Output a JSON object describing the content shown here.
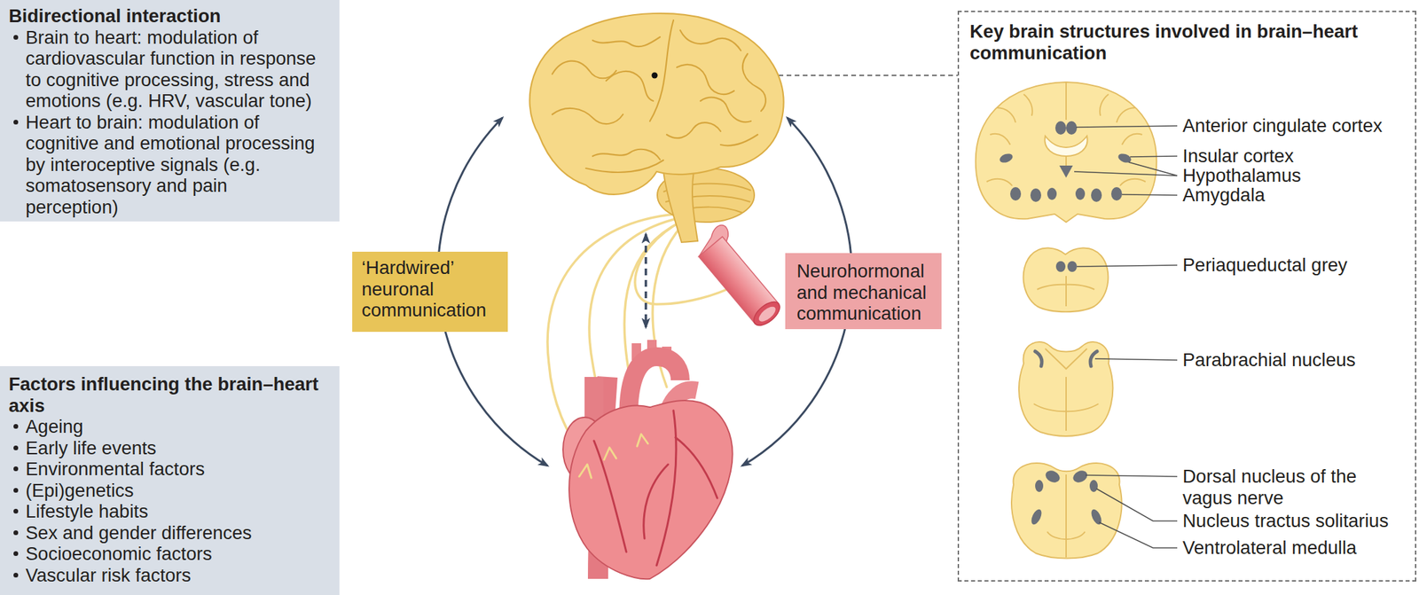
{
  "diagram": {
    "nodes": [
      {
        "text": [
          "Bidirectional interaction",
          "Brain to heart: modulation of cardiovascular function in response to cognitive processing, stress and emotions (e.g. HRV, vascular tone)",
          "Heart to brain: modulation of cognitive and emotional processing by interoceptive signals (e.g. somatosensory and pain perception)"
        ]
      },
      {
        "text": [
          "Factors influencing the brain–heart axis",
          "Ageing",
          "Early life events",
          "Environmental factors",
          "(Epi)genetics",
          "Lifestyle habits",
          "Sex and gender differences",
          "Socioeconomic factors",
          "Vascular risk factors"
        ]
      },
      {
        "text": [
          "‘Hardwired’ neuronal communication"
        ]
      },
      {
        "text": [
          "Neurohormonal and mechanical communication"
        ]
      },
      {
        "text": [
          "Key brain structures involved in brain–heart communication"
        ]
      }
    ],
    "labels": [
      "Anterior cingulate cortex",
      "Insular cortex",
      "Hypothalamus",
      "Amygdala",
      "Periaqueductal grey",
      "Parabrachial nucleus",
      "Dorsal nucleus of the vagus nerve",
      "Nucleus tractus solitarius",
      "Ventrolateral medulla"
    ]
  }
}
